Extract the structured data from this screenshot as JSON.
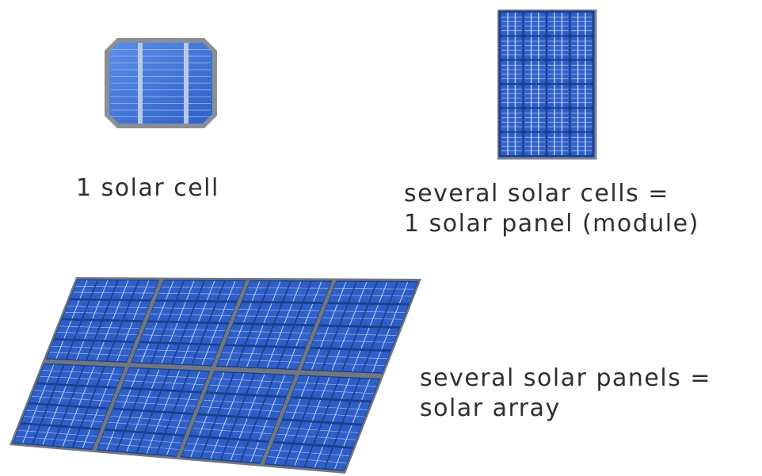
{
  "colors": {
    "cell_blue": "#2e5fc9",
    "cell_blue_light": "#5b8ee8",
    "frame_gray": "#8a8f96",
    "grid_line": "#9fb8e8",
    "text": "#2f2f2f"
  },
  "solar_cell": {
    "icon": "solar-cell-icon",
    "caption": "1 solar cell"
  },
  "solar_panel": {
    "icon": "solar-panel-icon",
    "caption_lines": [
      "several solar cells =",
      "1 solar panel (module)"
    ],
    "cells_cols": 4,
    "cells_rows": 6
  },
  "solar_array": {
    "icon": "solar-array-icon",
    "caption_lines": [
      "several solar panels =",
      "solar array"
    ],
    "panel_cols": 4,
    "panel_rows": 2,
    "cells_cols": 4,
    "cells_rows": 4
  }
}
